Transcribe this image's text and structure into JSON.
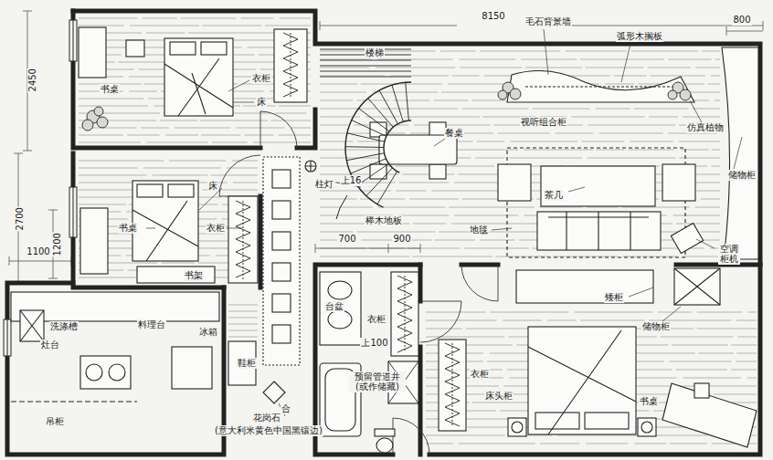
{
  "diagram": {
    "labels": [
      "2450",
      "8150",
      "800",
      "2700",
      "1200",
      "1100",
      "700",
      "900",
      "书桌",
      "衣柜",
      "床",
      "楼梯",
      "毛石背景墙",
      "弧形木搁板",
      "视听组合柜",
      "仿真植物",
      "储物柜",
      "餐桌",
      "柱灯",
      "上16",
      "茶几",
      "地毯",
      "榉木地板",
      "空调 柜机",
      "床",
      "书桌",
      "衣柜",
      "书架",
      "洗涤槽",
      "料理台",
      "冰箱",
      "灶台",
      "吊柜",
      "台盆",
      "衣柜",
      "上100",
      "预留管道井 (或作储藏)",
      "鞋柜",
      "花岗石",
      "(意大利米黄色中国黑镶边)",
      "合",
      "矮柜",
      "储物柜",
      "衣柜",
      "床头柜",
      "书桌"
    ]
  }
}
